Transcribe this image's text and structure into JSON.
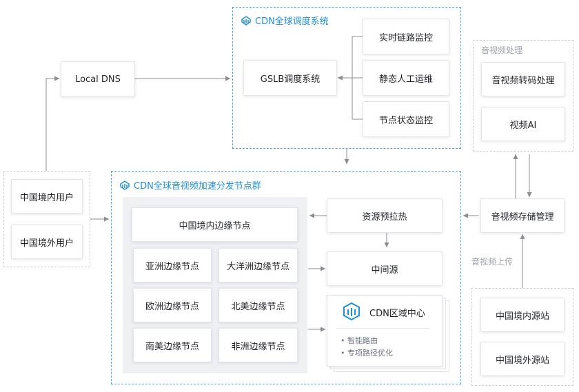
{
  "groups": {
    "gslb_group": "CDN全球调度系统",
    "node_group": "CDN全球音视频加速分发节点群",
    "av_group": "音视频处理"
  },
  "nodes": {
    "local_dns": "Local DNS",
    "gslb": "GSLB调度系统",
    "realtime_monitor": "实时链路监控",
    "static_ops": "静态人工运维",
    "node_monitor": "节点状态监控",
    "av_transcode": "音视频转码处理",
    "video_ai": "视频AI",
    "domestic_user": "中国境内用户",
    "overseas_user": "中国境外用户",
    "domestic_edge": "中国境内边缘节点",
    "asia_edge": "亚洲边缘节点",
    "oceania_edge": "大洋洲边缘节点",
    "europe_edge": "欧洲边缘节点",
    "na_edge": "北美边缘节点",
    "sa_edge": "南美边缘节点",
    "africa_edge": "非洲边缘节点",
    "prefetch": "资源预拉热",
    "middle_origin": "中间源",
    "storage": "音视频存储管理",
    "domestic_origin": "中国境内源站",
    "overseas_origin": "中国境外源站"
  },
  "region_center": {
    "title": "CDN区域中心",
    "items": [
      "智能路由",
      "专项路径优化"
    ]
  },
  "labels": {
    "upload": "音视频上传"
  }
}
